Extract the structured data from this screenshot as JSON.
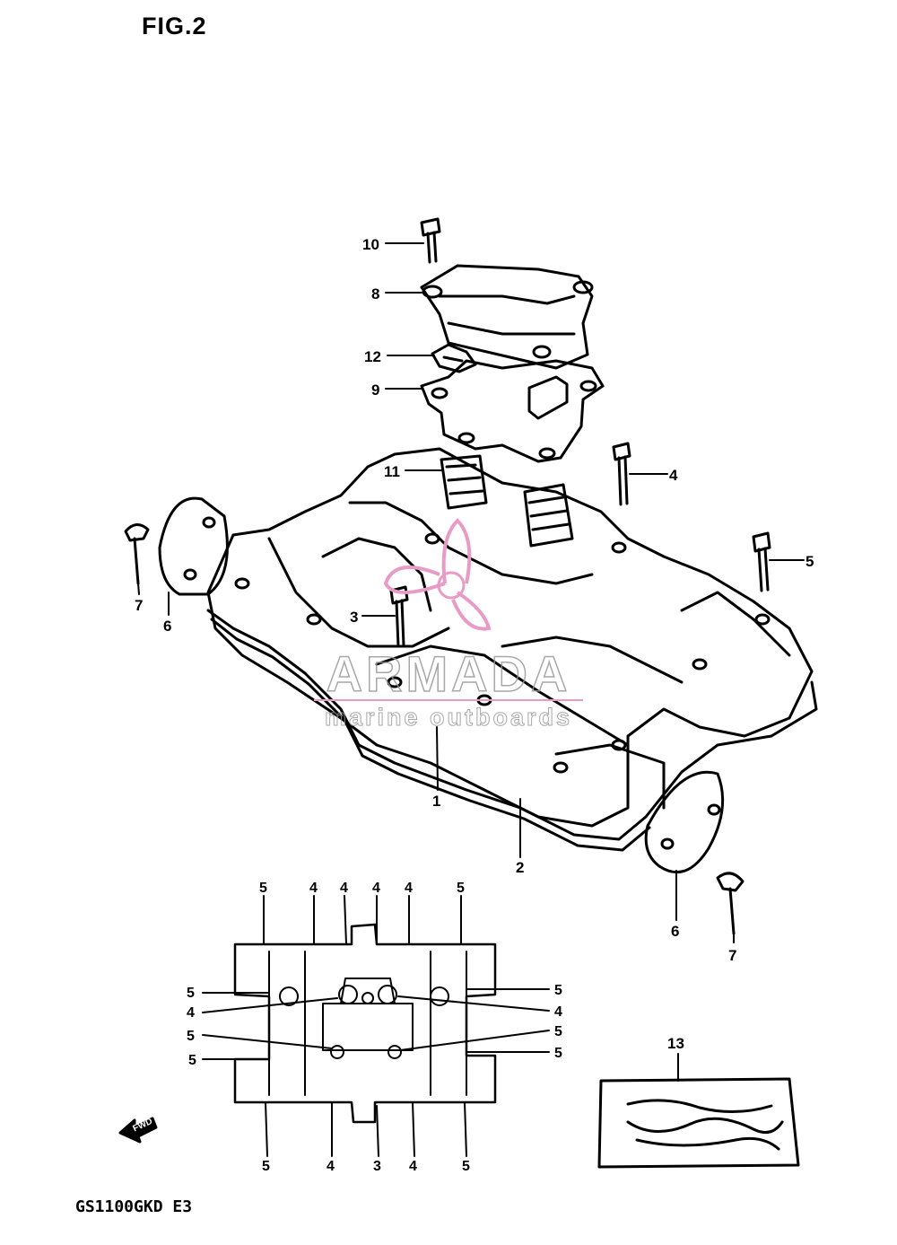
{
  "figure": {
    "title": "FIG.2",
    "model_code": "GS1100GKD E3"
  },
  "watermark": {
    "brand": "ARMADA",
    "tagline": "marine outboards",
    "color": "#e89bc4"
  },
  "callouts": [
    {
      "id": "c10",
      "label": "10"
    },
    {
      "id": "c8",
      "label": "8"
    },
    {
      "id": "c12",
      "label": "12"
    },
    {
      "id": "c9",
      "label": "9"
    },
    {
      "id": "c11",
      "label": "11"
    },
    {
      "id": "c4a",
      "label": "4"
    },
    {
      "id": "c5a",
      "label": "5"
    },
    {
      "id": "c7a",
      "label": "7"
    },
    {
      "id": "c6a",
      "label": "6"
    },
    {
      "id": "c3a",
      "label": "3"
    },
    {
      "id": "c1",
      "label": "1"
    },
    {
      "id": "c2",
      "label": "2"
    },
    {
      "id": "c6b",
      "label": "6"
    },
    {
      "id": "c7b",
      "label": "7"
    },
    {
      "id": "c13",
      "label": "13"
    }
  ],
  "inset_callouts": {
    "top": [
      "5",
      "4",
      "4",
      "4",
      "4",
      "5"
    ],
    "left": [
      "5",
      "4",
      "5",
      "5"
    ],
    "right": [
      "5",
      "4",
      "5",
      "5"
    ],
    "bottom": [
      "5",
      "4",
      "3",
      "4",
      "5"
    ]
  },
  "fwd_label": "FWD"
}
